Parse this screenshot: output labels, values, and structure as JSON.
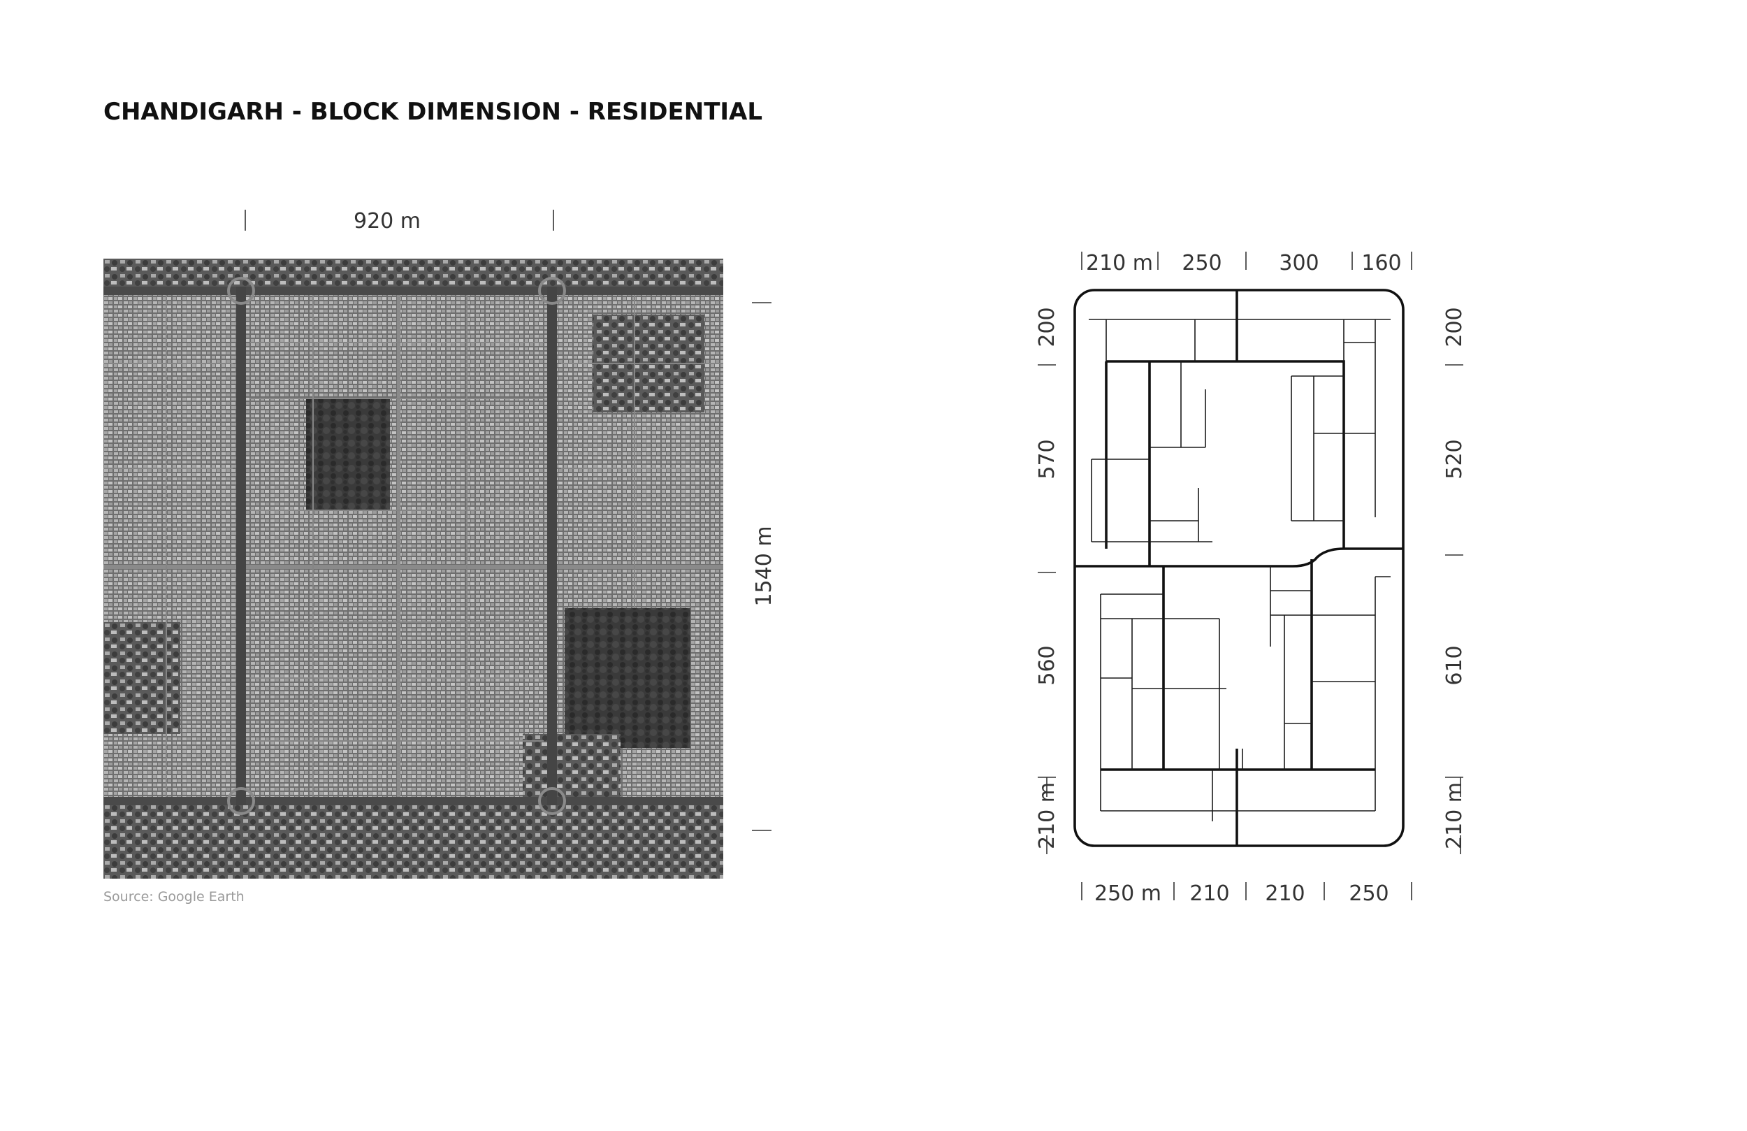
{
  "title": "CHANDIGARH - BLOCK DIMENSION - RESIDENTIAL",
  "source": "Source: Google Earth",
  "aerial": {
    "width_label": "920 m",
    "height_label": "1540 m"
  },
  "plan": {
    "top_labels": [
      "210 m",
      "250",
      "300",
      "160"
    ],
    "bottom_labels": [
      "250 m",
      "210",
      "210",
      "250"
    ],
    "left_labels": [
      "200",
      "570",
      "560",
      "210 m"
    ],
    "right_labels": [
      "200",
      "520",
      "610",
      "210 m"
    ]
  }
}
